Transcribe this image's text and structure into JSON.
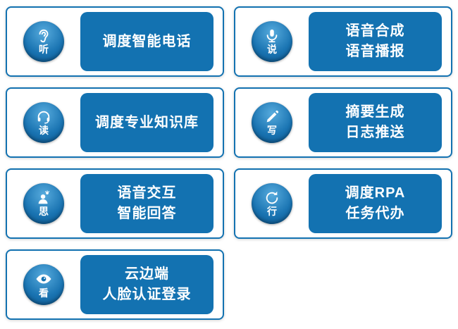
{
  "accent_color": "#1372b1",
  "cards": [
    {
      "name": "listen",
      "icon": "ear-icon",
      "char": "听",
      "line1": "调度智能电话",
      "line2": ""
    },
    {
      "name": "speak",
      "icon": "microphone-icon",
      "char": "说",
      "line1": "语音合成",
      "line2": "语音播报"
    },
    {
      "name": "read",
      "icon": "headset-icon",
      "char": "读",
      "line1": "调度专业知识库",
      "line2": ""
    },
    {
      "name": "write",
      "icon": "pen-icon",
      "char": "写",
      "line1": "摘要生成",
      "line2": "日志推送"
    },
    {
      "name": "think",
      "icon": "person-idea-icon",
      "char": "思",
      "line1": "语音交互",
      "line2": "智能回答"
    },
    {
      "name": "act",
      "icon": "circular-arrow-icon",
      "char": "行",
      "line1": "调度RPA",
      "line2": "任务代办"
    },
    {
      "name": "see",
      "icon": "eye-icon",
      "char": "看",
      "line1": "云边端",
      "line2": "人脸认证登录"
    }
  ]
}
